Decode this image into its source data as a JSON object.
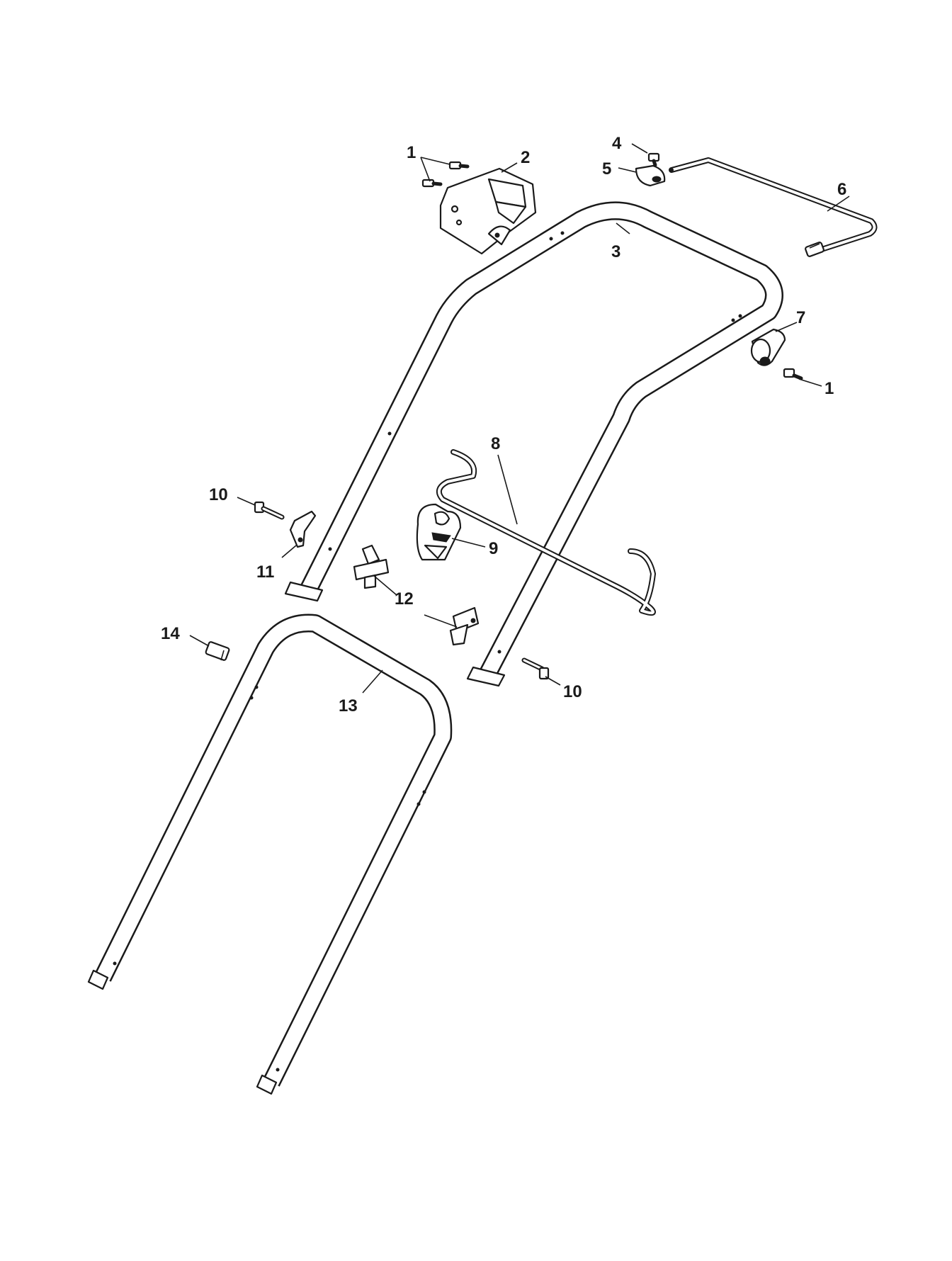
{
  "callouts": {
    "c1a": "1",
    "c2": "2",
    "c3": "3",
    "c4": "4",
    "c5": "5",
    "c6": "6",
    "c7": "7",
    "c1b": "1",
    "c8": "8",
    "c9": "9",
    "c10a": "10",
    "c11": "11",
    "c12": "12",
    "c10b": "10",
    "c14": "14",
    "c13": "13"
  }
}
